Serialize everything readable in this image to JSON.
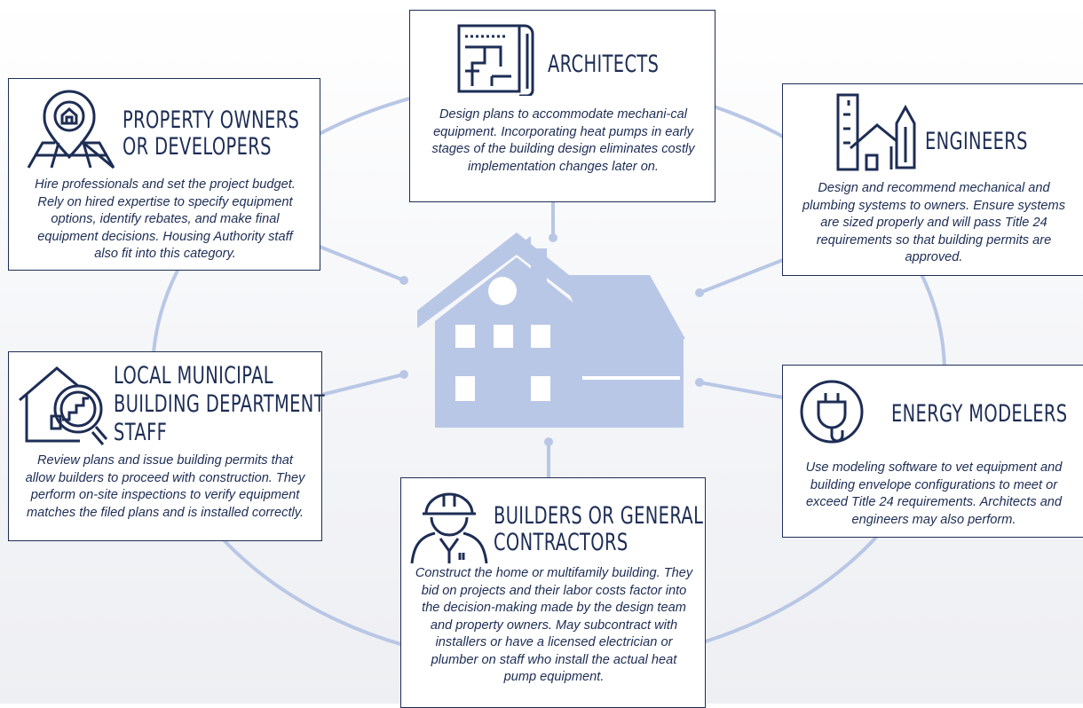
{
  "colors": {
    "navy": "#1d2d55",
    "connector": "#b9c7e6",
    "house": "#b9c7e6",
    "background": "#ffffff"
  },
  "stakeholders": {
    "architects": {
      "icon": "blueprint-icon",
      "title": "ARCHITECTS",
      "description": "Design plans to accommodate mechani-cal equipment. Incorporating heat pumps in early stages of the building design eliminates costly implementation changes later on."
    },
    "property_owners": {
      "icon": "house-location-pin-icon",
      "title_lines": [
        "PROPERTY OWNERS",
        "OR DEVELOPERS"
      ],
      "description": "Hire professionals and set the project budget. Rely on hired expertise to specify equipment options, identify rebates, and make final equipment decisions. Housing Authority staff also fit into this category."
    },
    "engineers": {
      "icon": "building-ruler-pencil-icon",
      "title": "ENGINEERS",
      "description": "Design and recommend mechanical and plumbing systems to owners. Ensure systems are sized properly and will pass Title 24 requirements so that building permits are approved."
    },
    "municipal": {
      "icon": "house-magnifier-icon",
      "title_lines": [
        "LOCAL MUNICIPAL",
        "BUILDING DEPARTMENT",
        "STAFF"
      ],
      "description": "Review plans and issue building permits that allow builders to proceed with construction. They perform on-site inspections to verify equipment matches the filed plans and is installed correctly."
    },
    "energy_modelers": {
      "icon": "electric-plug-icon",
      "title": "ENERGY MODELERS",
      "description": "Use modeling software to vet equipment and building envelope configurations to meet or exceed Title 24 requirements. Architects and engineers may also perform."
    },
    "builders": {
      "icon": "hard-hat-worker-icon",
      "title_lines": [
        "BUILDERS OR GENERAL",
        "CONTRACTORS"
      ],
      "description": "Construct the home or multifamily building. They bid on projects and their labor costs factor into the decision-making made by the design team and property owners. May subcontract with installers or have a licensed electrician or plumber on staff who install the actual heat pump equipment."
    }
  }
}
